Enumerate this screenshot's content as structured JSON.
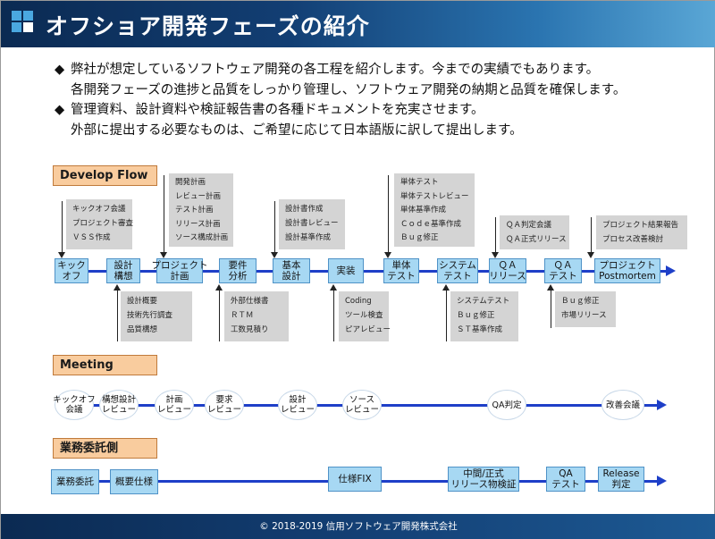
{
  "header": {
    "title": "オフショア開発フェーズの紹介"
  },
  "bullets": [
    {
      "marker": "◆",
      "text": "弊社が想定しているソフトウェア開発の各工程を紹介します。今までの実績でもあります。"
    },
    {
      "marker": "",
      "text": "各開発フェーズの進捗と品質をしっかり管理し、ソフトウェア開発の納期と品質を確保します。"
    },
    {
      "marker": "◆",
      "text": "管理資料、設計資料や検証報告書の各種ドキュメントを充実させます。"
    },
    {
      "marker": "",
      "text": "外部に提出する必要なものは、ご希望に応じて日本語版に訳して提出します。"
    }
  ],
  "sections": {
    "develop": "Develop Flow",
    "meeting": "Meeting",
    "client": "業務委託側"
  },
  "stages": [
    {
      "label": "キック\nオフ"
    },
    {
      "label": "設計\n構想"
    },
    {
      "label": "プロジェクト\n計画"
    },
    {
      "label": "要件\n分析"
    },
    {
      "label": "基本\n設計"
    },
    {
      "label": "実装"
    },
    {
      "label": "単体\nテスト"
    },
    {
      "label": "システム\nテスト"
    },
    {
      "label": "ＱＡ\nリリース"
    },
    {
      "label": "ＱＡ\nテスト"
    },
    {
      "label": "プロジェクト\nPostmortem"
    }
  ],
  "top_docs": [
    {
      "items": [
        "キックオフ会議",
        "プロジェクト審査",
        "ＶＳＳ作成"
      ]
    },
    {
      "items": [
        "開発計画",
        "レビュー計画",
        "テスト計画",
        "リリース計画",
        "ソース構成計画"
      ]
    },
    {
      "items": [
        "設計書作成",
        "設計書レビュー",
        "設計基準作成"
      ]
    },
    {
      "items": [
        "単体テスト",
        "単体テストレビュー",
        "単体基準作成",
        "Ｃｏｄｅ基準作成",
        "Ｂｕｇ修正"
      ]
    },
    {
      "items": [
        "ＱＡ判定会議",
        "ＱＡ正式リリース"
      ]
    },
    {
      "items": [
        "プロジェクト結果報告",
        "プロセス改善検討"
      ]
    }
  ],
  "bottom_docs": [
    {
      "items": [
        "設計概要",
        "技術先行調査",
        "品質構想"
      ]
    },
    {
      "items": [
        "外部仕様書",
        "ＲＴＭ",
        "工数見積り"
      ]
    },
    {
      "items": [
        "Coding",
        "ツール検査",
        "ピアレビュー"
      ]
    },
    {
      "items": [
        "システムテスト",
        "Ｂｕｇ修正",
        "ＳＴ基準作成"
      ]
    },
    {
      "items": [
        "Ｂｕｇ修正",
        "市場リリース"
      ]
    }
  ],
  "meetings": [
    {
      "label": "キックオフ\n会議"
    },
    {
      "label": "構想設計\nレビュー"
    },
    {
      "label": "計画\nレビュー"
    },
    {
      "label": "要求\nレビュー"
    },
    {
      "label": "設計\nレビュー"
    },
    {
      "label": "ソース\nレビュー"
    },
    {
      "label": "QA判定"
    },
    {
      "label": "改善会議"
    }
  ],
  "client_tasks": [
    {
      "label": "業務委託"
    },
    {
      "label": "概要仕様"
    },
    {
      "label": "仕様FIX"
    },
    {
      "label": "中間/正式\nリリース物検証"
    },
    {
      "label": "QA\nテスト"
    },
    {
      "label": "Release\n判定"
    }
  ],
  "footer": {
    "text": "© 2018-2019 信用ソフトウェア開発株式会社"
  },
  "colors": {
    "header_dark": "#0b2a52",
    "header_light": "#5aa7d6",
    "stage_fill": "#a7d8f3",
    "arrow": "#1e3fc8",
    "section_fill": "#f9cc9e",
    "doc_fill": "#d4d4d4",
    "logo_blue": "#4aa8e0"
  }
}
